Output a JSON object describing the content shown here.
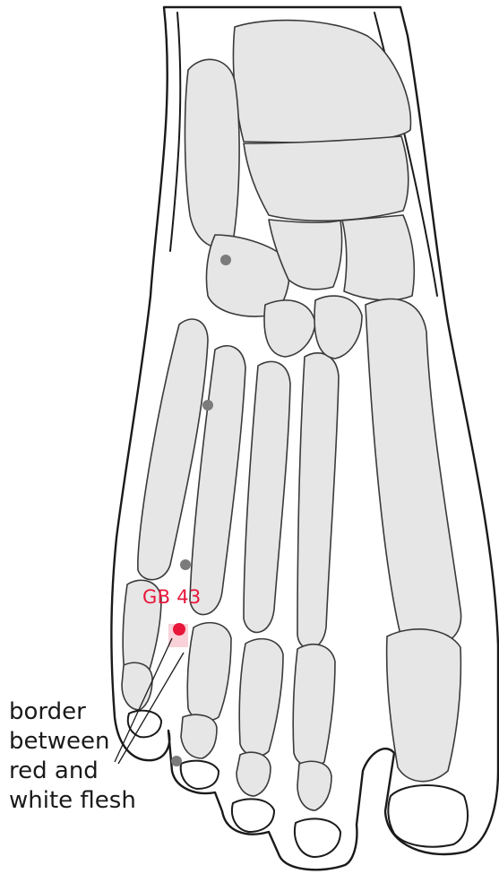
{
  "point": {
    "label": "GB 43",
    "color": "#e8173a"
  },
  "annotation": {
    "lines": [
      "border",
      "between",
      "red and",
      "white flesh"
    ]
  },
  "colors": {
    "bone_fill": "#e6e6e6",
    "outline": "#1a1a1a",
    "secondary_points": "#7b7b7b"
  }
}
